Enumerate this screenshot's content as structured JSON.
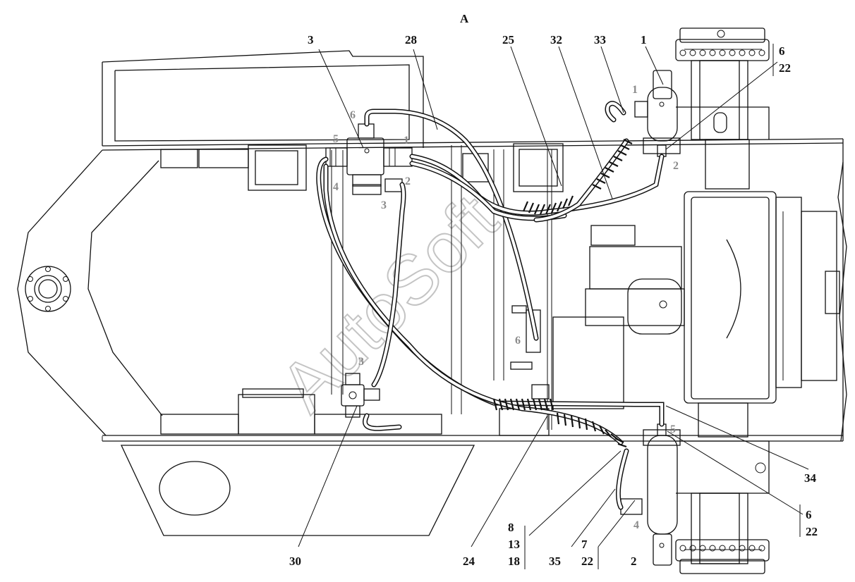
{
  "view_label": "A",
  "callouts": {
    "c3": "3",
    "c28": "28",
    "c25": "25",
    "c32": "32",
    "c33": "33",
    "c1": "1",
    "c6a": "6",
    "c22a": "22",
    "c34": "34",
    "c6b": "6",
    "c22b": "22",
    "c30": "30",
    "c24": "24",
    "c8": "8",
    "c13": "13",
    "c18": "18",
    "c35": "35",
    "c7": "7",
    "c22c": "22",
    "c2": "2"
  },
  "ports": {
    "p6top": "6",
    "p5": "5",
    "p1a": "1",
    "p4a": "4",
    "p2a": "2",
    "p3a": "3",
    "p1b": "1",
    "p2b": "2",
    "p6mid": "6",
    "p3b": "3",
    "p5b": "5",
    "p4b": "4"
  },
  "watermark": "AutoSoft"
}
